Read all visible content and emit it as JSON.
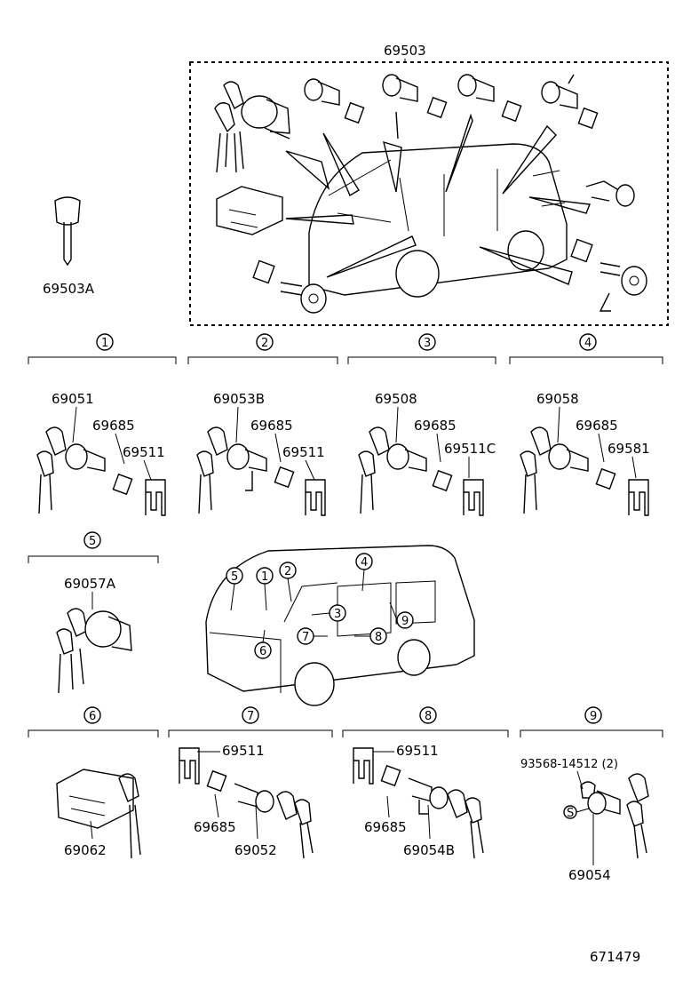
{
  "diagram": {
    "assembly_label": "69503",
    "key_label": "69503A",
    "drawing_number": "671479",
    "groups": [
      {
        "id": "1",
        "parts": [
          "69051",
          "69685",
          "69511"
        ]
      },
      {
        "id": "2",
        "parts": [
          "69053B",
          "69685",
          "69511"
        ]
      },
      {
        "id": "3",
        "parts": [
          "69508",
          "69685",
          "69511C"
        ]
      },
      {
        "id": "4",
        "parts": [
          "69058",
          "69685",
          "69581"
        ]
      },
      {
        "id": "5",
        "parts": [
          "69057A"
        ]
      },
      {
        "id": "6",
        "parts": [
          "69062"
        ]
      },
      {
        "id": "7",
        "parts": [
          "69511",
          "69685",
          "69052"
        ]
      },
      {
        "id": "8",
        "parts": [
          "69511",
          "69685",
          "69054B"
        ]
      },
      {
        "id": "9",
        "parts": [
          "93568-14512 (2)",
          "69054"
        ],
        "marker": "S"
      }
    ],
    "van_callouts": [
      "5",
      "1",
      "2",
      "4",
      "3",
      "9",
      "7",
      "8",
      "6"
    ]
  }
}
